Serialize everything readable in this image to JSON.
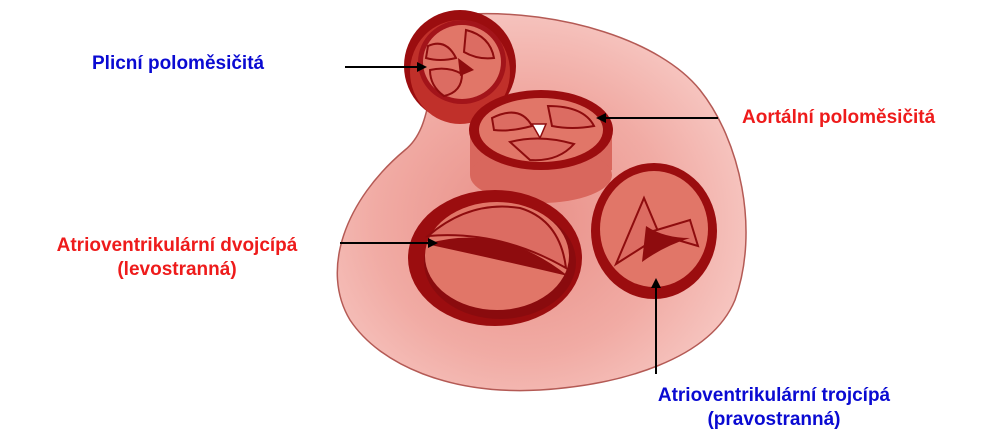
{
  "labels": {
    "pulmonary": {
      "text": "Plicní poloměsičitá",
      "color": "#0a0ad2"
    },
    "aortic": {
      "text": "Aortální poloměsičitá",
      "color": "#ee1b1b"
    },
    "mitral": {
      "line1": "Atrioventrikulární dvojcípá",
      "line2": "(levostranná)",
      "color": "#ee1b1b"
    },
    "tricuspid": {
      "line1": "Atrioventrikulární trojcípá",
      "line2": "(pravostranná)",
      "color": "#0a0ad2"
    }
  },
  "colors": {
    "heart_fill": "#f3b3ad",
    "valve_ring": "#9b0d0f",
    "valve_inner": "#e17668",
    "valve_cusp": "#dc6c62",
    "arrow": "#000000"
  }
}
